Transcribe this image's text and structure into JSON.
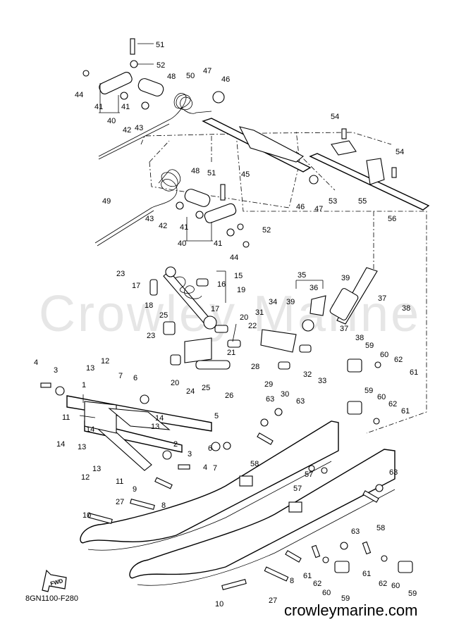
{
  "watermark": "Crowley Marine",
  "diagram_code": "8GN1100-F280",
  "site": "crowleymarine.com",
  "fwd_label": "FWD",
  "labels": {
    "l51a": "51",
    "l52a": "52",
    "l44a": "44",
    "l41a": "41",
    "l40a": "40",
    "l48a": "48",
    "l50": "50",
    "l47a": "47",
    "l46a": "46",
    "l41b": "41",
    "l42a": "42",
    "l43a": "43",
    "l54a": "54",
    "l54b": "54",
    "l45": "45",
    "l53": "53",
    "l46b": "46",
    "l47b": "47",
    "l55": "55",
    "l56": "56",
    "l48b": "48",
    "l51b": "51",
    "l49": "49",
    "l43b": "43",
    "l42b": "42",
    "l41c": "41",
    "l40b": "40",
    "l41d": "41",
    "l52b": "52",
    "l44b": "44",
    "l15": "15",
    "l23a": "23",
    "l17a": "17",
    "l16": "16",
    "l19": "19",
    "l18": "18",
    "l17b": "17",
    "l20a": "20",
    "l22": "22",
    "l25a": "25",
    "l35": "35",
    "l39a": "39",
    "l36": "36",
    "l37a": "37",
    "l38a": "38",
    "l34": "34",
    "l31": "31",
    "l39b": "39",
    "l37b": "37",
    "l38b": "38",
    "l21": "21",
    "l23b": "23",
    "l20b": "20",
    "l24": "24",
    "l25b": "25",
    "l26": "26",
    "l28": "28",
    "l32": "32",
    "l33": "33",
    "l29": "29",
    "l30": "30",
    "l59a": "59",
    "l60a": "60",
    "l62a": "62",
    "l61a": "61",
    "l4a": "4",
    "l3a": "3",
    "l13a": "13",
    "l12a": "12",
    "l7a": "7",
    "l6a": "6",
    "l1": "1",
    "l11a": "11",
    "l14a": "14",
    "l14b": "14",
    "l13b": "13",
    "l5": "5",
    "l2": "2",
    "l3b": "3",
    "l6b": "6",
    "l4b": "4",
    "l14c": "14",
    "l13c": "13",
    "l12b": "12",
    "l13d": "13",
    "l11b": "11",
    "l9": "9",
    "l7b": "7",
    "l63a": "63",
    "l63b": "63",
    "l59b": "59",
    "l60b": "60",
    "l62b": "62",
    "l61b": "61",
    "l58a": "58",
    "l57a": "57",
    "l57b": "57",
    "l63c": "63",
    "l27a": "27",
    "l8a": "8",
    "l10a": "10",
    "l58b": "58",
    "l63d": "63",
    "l61c": "61",
    "l62c": "62",
    "l60c": "60",
    "l59c": "59",
    "l61d": "61",
    "l62d": "62",
    "l60d": "60",
    "l59d": "59",
    "l8b": "8",
    "l10b": "10",
    "l27b": "27"
  }
}
